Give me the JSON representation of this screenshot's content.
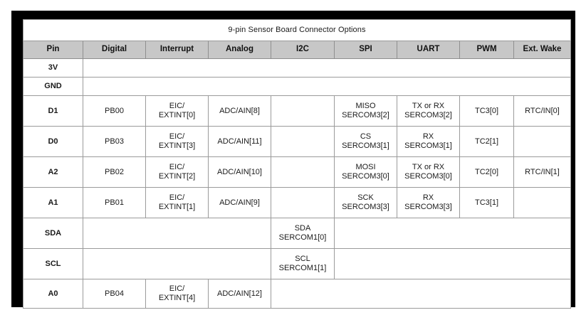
{
  "table": {
    "title": "9-pin Sensor Board Connector Options",
    "columns": [
      "Pin",
      "Digital",
      "Interrupt",
      "Analog",
      "I2C",
      "SPI",
      "UART",
      "PWM",
      "Ext. Wake"
    ],
    "rows": [
      {
        "pin": "3V",
        "digital": "",
        "interrupt": "",
        "analog": "",
        "i2c": "",
        "spi": "",
        "uart": "",
        "pwm": "",
        "extwake": ""
      },
      {
        "pin": "GND",
        "digital": "",
        "interrupt": "",
        "analog": "",
        "i2c": "",
        "spi": "",
        "uart": "",
        "pwm": "",
        "extwake": ""
      },
      {
        "pin": "D1",
        "digital": "PB00",
        "interrupt_l1": "EIC/",
        "interrupt_l2": "EXTINT[0]",
        "analog": "ADC/AIN[8]",
        "i2c": "",
        "spi_l1": "MISO",
        "spi_l2": "SERCOM3[2]",
        "uart_l1": "TX or RX",
        "uart_l2": "SERCOM3[2]",
        "pwm": "TC3[0]",
        "extwake": "RTC/IN[0]"
      },
      {
        "pin": "D0",
        "digital": "PB03",
        "interrupt_l1": "EIC/",
        "interrupt_l2": "EXTINT[3]",
        "analog": "ADC/AIN[11]",
        "i2c": "",
        "spi_l1": "CS",
        "spi_l2": "SERCOM3[1]",
        "uart_l1": "RX",
        "uart_l2": "SERCOM3[1]",
        "pwm": "TC2[1]",
        "extwake": ""
      },
      {
        "pin": "A2",
        "digital": "PB02",
        "interrupt_l1": "EIC/",
        "interrupt_l2": "EXTINT[2]",
        "analog": "ADC/AIN[10]",
        "i2c": "",
        "spi_l1": "MOSI",
        "spi_l2": "SERCOM3[0]",
        "uart_l1": "TX or RX",
        "uart_l2": "SERCOM3[0]",
        "pwm": "TC2[0]",
        "extwake": "RTC/IN[1]"
      },
      {
        "pin": "A1",
        "digital": "PB01",
        "interrupt_l1": "EIC/",
        "interrupt_l2": "EXTINT[1]",
        "analog": "ADC/AIN[9]",
        "i2c": "",
        "spi_l1": "SCK",
        "spi_l2": "SERCOM3[3]",
        "uart_l1": "RX",
        "uart_l2": "SERCOM3[3]",
        "pwm": "TC3[1]",
        "extwake": ""
      },
      {
        "pin": "SDA",
        "digital": "",
        "interrupt": "",
        "analog": "",
        "i2c_l1": "SDA",
        "i2c_l2": "SERCOM1[0]",
        "spi": "",
        "uart": "",
        "pwm": "",
        "extwake": ""
      },
      {
        "pin": "SCL",
        "digital": "",
        "interrupt": "",
        "analog": "",
        "i2c_l1": "SCL",
        "i2c_l2": "SERCOM1[1]",
        "spi": "",
        "uart": "",
        "pwm": "",
        "extwake": ""
      },
      {
        "pin": "A0",
        "digital": "PB04",
        "interrupt_l1": "EIC/",
        "interrupt_l2": "EXTINT[4]",
        "analog": "ADC/AIN[12]",
        "i2c": "",
        "spi": "",
        "uart": "",
        "pwm": "",
        "extwake": ""
      }
    ]
  },
  "colors": {
    "frame": "#000000",
    "header_fill": "#c7c7c7",
    "pin_fill": "#dedede",
    "empty_fill": "#a3a3a3",
    "data_fill": "#ffffff",
    "grid_line": "#9b9b9b",
    "text": "#1a1a1a"
  }
}
